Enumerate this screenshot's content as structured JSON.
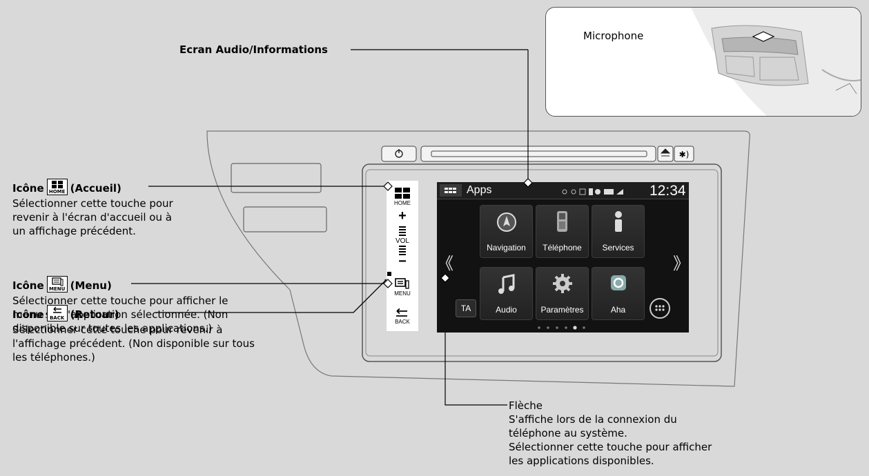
{
  "callouts": {
    "screen": {
      "title": "Ecran Audio/Informations"
    },
    "microphone": {
      "title": "Microphone"
    },
    "home": {
      "prefix": "Icône",
      "icon_caption": "HOME",
      "suffix": "(Accueil)",
      "text_lines": [
        "Sélectionner cette touche pour",
        "revenir à l'écran d'accueil ou à",
        "un affichage précédent."
      ]
    },
    "menu": {
      "prefix": "Icône",
      "icon_caption": "MENU",
      "suffix": "(Menu)",
      "text_lines": [
        "Sélectionner cette touche pour afficher le",
        "menu sur l'application sélectionnée. (Non",
        "disponible sur toutes les applications.)"
      ]
    },
    "back": {
      "prefix": "Icône",
      "icon_caption": "BACK",
      "suffix": "(Retour)",
      "text_lines": [
        "Sélectionner cette touche pour revenir à",
        "l'affichage précédent. (Non disponible sur tous",
        "les téléphones.)"
      ]
    },
    "arrow": {
      "title": "Flèche",
      "text_lines": [
        "S'affiche lors de la connexion du",
        "téléphone au système.",
        "Sélectionner cette touche pour afficher",
        "les applications disponibles."
      ]
    }
  },
  "panel": {
    "home_label": "HOME",
    "vol_plus": "+",
    "vol_label": "VOL",
    "vol_minus": "−",
    "menu_label": "MENU",
    "back_label": "BACK"
  },
  "screen": {
    "title": "Apps",
    "clock": "12:34",
    "tiles": [
      {
        "label": "Navigation",
        "icon": "compass-icon"
      },
      {
        "label": "Téléphone",
        "icon": "phone-icon"
      },
      {
        "label": "Services",
        "icon": "info-icon"
      },
      {
        "label": "Audio",
        "icon": "music-note-icon"
      },
      {
        "label": "Paramètres",
        "icon": "gear-icon"
      },
      {
        "label": "Aha",
        "icon": "aha-icon"
      }
    ],
    "ta_button": "TA",
    "left_arrow": "《",
    "right_arrow": "》"
  },
  "colors": {
    "background": "#d9d9d9",
    "screen": "#121212",
    "line": "#000000"
  }
}
